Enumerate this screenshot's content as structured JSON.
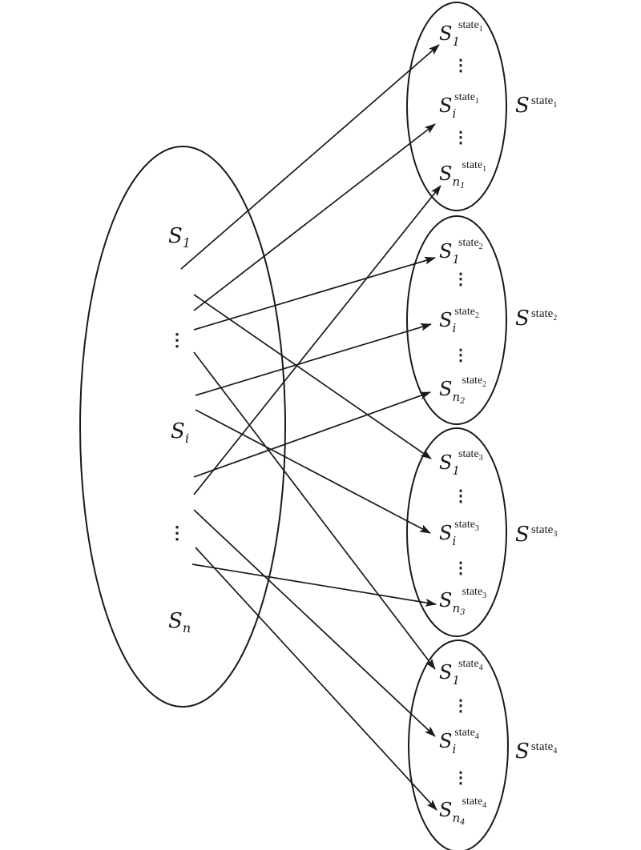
{
  "source_set": {
    "labels": [
      {
        "base": "S",
        "sub": "1"
      },
      {
        "base": "S",
        "sub": "i"
      },
      {
        "base": "S",
        "sub": "n"
      }
    ],
    "ellipsis": "⋮"
  },
  "state_sets": [
    {
      "set_label": {
        "base": "S",
        "sup": "state",
        "sup_sub": "1"
      },
      "members": [
        {
          "base": "S",
          "sub": "1",
          "sup": "state",
          "sup_sub": "1"
        },
        {
          "base": "S",
          "sub": "i",
          "sup": "state",
          "sup_sub": "1"
        },
        {
          "base": "S",
          "sub": "n",
          "sub_sub": "1",
          "sup": "state",
          "sup_sub": "1"
        }
      ]
    },
    {
      "set_label": {
        "base": "S",
        "sup": "state",
        "sup_sub": "2"
      },
      "members": [
        {
          "base": "S",
          "sub": "1",
          "sup": "state",
          "sup_sub": "2"
        },
        {
          "base": "S",
          "sub": "i",
          "sup": "state",
          "sup_sub": "2"
        },
        {
          "base": "S",
          "sub": "n",
          "sub_sub": "2",
          "sup": "state",
          "sup_sub": "2"
        }
      ]
    },
    {
      "set_label": {
        "base": "S",
        "sup": "state",
        "sup_sub": "3"
      },
      "members": [
        {
          "base": "S",
          "sub": "1",
          "sup": "state",
          "sup_sub": "3"
        },
        {
          "base": "S",
          "sub": "i",
          "sup": "state",
          "sup_sub": "3"
        },
        {
          "base": "S",
          "sub": "n",
          "sub_sub": "3",
          "sup": "state",
          "sup_sub": "3"
        }
      ]
    },
    {
      "set_label": {
        "base": "S",
        "sup": "state",
        "sup_sub": "4"
      },
      "members": [
        {
          "base": "S",
          "sub": "1",
          "sup": "state",
          "sup_sub": "4"
        },
        {
          "base": "S",
          "sub": "i",
          "sup": "state",
          "sup_sub": "4"
        },
        {
          "base": "S",
          "sub": "n",
          "sub_sub": "4",
          "sup": "state",
          "sup_sub": "4"
        }
      ]
    }
  ]
}
